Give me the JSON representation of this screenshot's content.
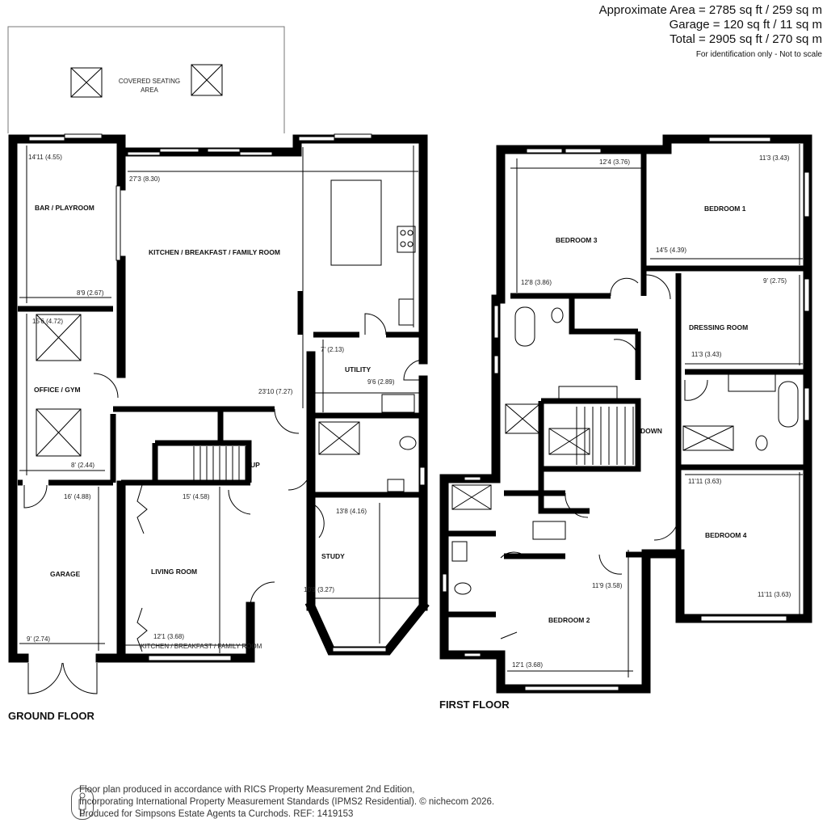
{
  "header": {
    "approx_area": "Approximate Area = 2785 sq ft / 259 sq m",
    "garage_area": "Garage = 120 sq ft / 11 sq m",
    "total_area": "Total = 2905 sq ft / 270 sq m",
    "disclaimer": "For identification only - Not to scale"
  },
  "ground_floor": {
    "label": "GROUND FLOOR",
    "covered_seating": [
      "COVERED SEATING",
      "AREA"
    ],
    "rooms": {
      "bar": {
        "name": "BAR / PLAYROOM",
        "dims": [
          "14'11 (4.55)",
          "8'9 (2.67)"
        ]
      },
      "kitchen": {
        "name": "KITCHEN / BREAKFAST / FAMILY ROOM",
        "dims": [
          "27'3 (8.30)",
          "23'10 (7.27)"
        ]
      },
      "office": {
        "name": "OFFICE / GYM",
        "dims": [
          "15'6 (4.72)",
          "8' (2.44)"
        ]
      },
      "utility": {
        "name": "UTILITY",
        "dims": [
          "7' (2.13)",
          "9'6 (2.89)"
        ]
      },
      "garage": {
        "name": "GARAGE",
        "dims": [
          "16' (4.88)",
          "9' (2.74)"
        ]
      },
      "living": {
        "name": "LIVING ROOM",
        "dims": [
          "15' (4.58)",
          "12'1 (3.68)"
        ],
        "overlap_label": "KITCHEN / BREAKFAST / FAMILY ROOM"
      },
      "study": {
        "name": "STUDY",
        "dims": [
          "13'8 (4.16)",
          "10'9 (3.27)"
        ]
      }
    },
    "stairs": "UP"
  },
  "first_floor": {
    "label": "FIRST FLOOR",
    "rooms": {
      "bedroom3": {
        "name": "BEDROOM 3",
        "dims": [
          "12'4 (3.76)",
          "12'8 (3.86)"
        ]
      },
      "bedroom1": {
        "name": "BEDROOM 1",
        "dims": [
          "11'3 (3.43)",
          "14'5 (4.39)"
        ]
      },
      "dressing": {
        "name": "DRESSING ROOM",
        "dims": [
          "9' (2.75)",
          "11'3 (3.43)"
        ]
      },
      "bedroom4": {
        "name": "BEDROOM 4",
        "dims": [
          "11'11 (3.63)",
          "11'11 (3.63)"
        ]
      },
      "bedroom2": {
        "name": "BEDROOM 2",
        "dims": [
          "11'9 (3.58)",
          "12'1 (3.68)"
        ]
      }
    },
    "stairs": "DOWN"
  },
  "footer": {
    "lines": [
      "Floor plan produced in accordance with RICS Property Measurement 2nd Edition,",
      "Incorporating International Property Measurement Standards (IPMS2 Residential).   © nichecom 2026.",
      "Produced for Simpsons Estate Agents ta Curchods.   REF: 1419153"
    ]
  },
  "icons": {
    "footer_logo": "person-in-circle-icon"
  }
}
